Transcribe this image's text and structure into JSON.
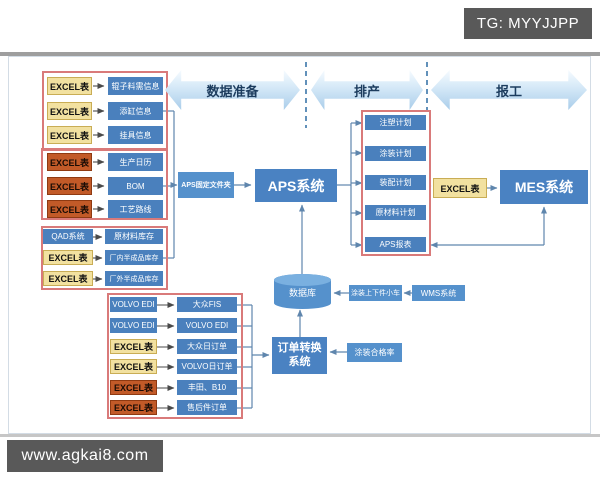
{
  "badges": {
    "top_right": "TG: MYYJJPP",
    "bottom_left": "www.agkai8.com"
  },
  "phases": [
    {
      "label": "数据准备"
    },
    {
      "label": "排产"
    },
    {
      "label": "报工"
    }
  ],
  "data_prep_groups": [
    {
      "rows": [
        {
          "source": "EXCEL表",
          "target": "辊子料需信息"
        },
        {
          "source": "EXCEL表",
          "target": "添缸信息"
        },
        {
          "source": "EXCEL表",
          "target": "挂具信息"
        }
      ]
    },
    {
      "rows": [
        {
          "source": "EXCEL表",
          "target": "生产日历"
        },
        {
          "source": "EXCEL表",
          "target": "BOM"
        },
        {
          "source": "EXCEL表",
          "target": "工艺路线"
        }
      ]
    },
    {
      "rows": [
        {
          "source": "QAD系统",
          "target": "原材料库存"
        },
        {
          "source": "EXCEL表",
          "target": "厂内半成品库存"
        },
        {
          "source": "EXCEL表",
          "target": "厂外半成品库存"
        }
      ]
    }
  ],
  "core": {
    "aps_folder": "APS固定文件夹",
    "aps_system": "APS系统",
    "excel_bridge": "EXCEL表",
    "mes_system": "MES系统",
    "database": "数据库",
    "order_system_line1": "订单转换",
    "order_system_line2": "系统"
  },
  "plans": [
    {
      "label": "注塑计划"
    },
    {
      "label": "涂装计划"
    },
    {
      "label": "装配计划"
    },
    {
      "label": "原材料计划"
    },
    {
      "label": "APS报表"
    }
  ],
  "aux": {
    "trolley": "涂装上下件小车",
    "wms": "WMS系统",
    "pass_rate": "涂装合格率"
  },
  "orders": {
    "rows": [
      {
        "source": "VOLVO EDI",
        "target": "大众FIS"
      },
      {
        "source": "VOLVO EDI",
        "target": "VOLVO EDI"
      },
      {
        "source": "EXCEL表",
        "target": "大众日订单"
      },
      {
        "source": "EXCEL表",
        "target": "VOLVO日订单"
      },
      {
        "source": "EXCEL表",
        "target": "丰田、B10"
      },
      {
        "source": "EXCEL表",
        "target": "售后件订单"
      }
    ]
  },
  "colors": {
    "box_blue": "#4a80bd",
    "excel_yellow": "#f2e1a0",
    "excel_orange": "#c25a28",
    "group_border": "#d97a7a",
    "phase_arrow": "#cfe5f6",
    "badge_bg": "#595959"
  }
}
